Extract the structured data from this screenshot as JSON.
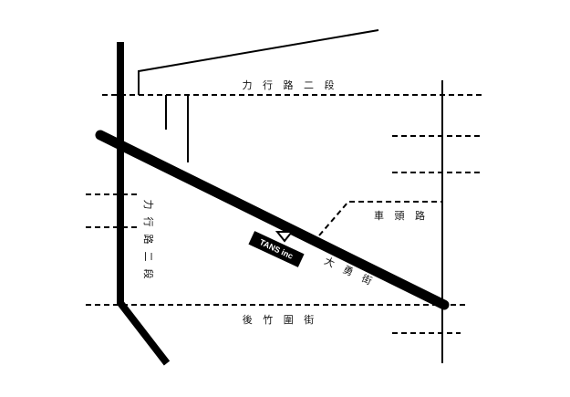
{
  "roads": {
    "lixing_horizontal": "力 行 路 二 段",
    "lixing_vertical": [
      "力",
      "行",
      "路",
      "二",
      "段"
    ],
    "chetou": "車 頭 路",
    "dayong": "大 勇 街",
    "houzhuyuan": "後 竹 圍 街"
  },
  "marker": {
    "label": "TANS inc"
  },
  "colors": {
    "road": "#000000",
    "background": "#ffffff",
    "marker_bg": "#000000",
    "marker_text": "#ffffff"
  }
}
